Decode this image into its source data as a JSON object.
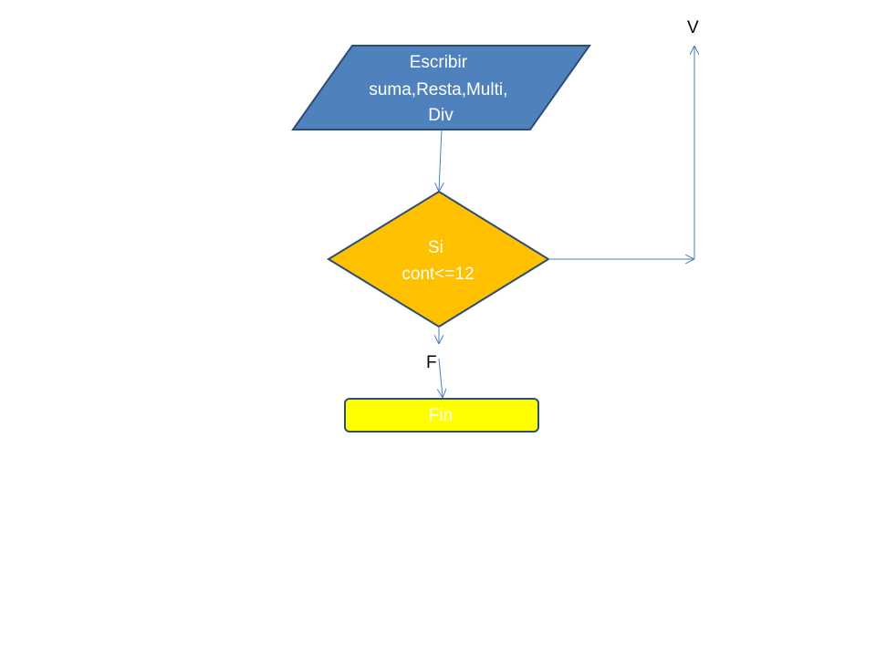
{
  "colors": {
    "output_fill": "#4f81bd",
    "output_stroke": "#2c4d75",
    "decision_fill": "#ffc000",
    "decision_stroke": "#2c4d75",
    "end_fill": "#ffff00",
    "end_stroke": "#2c4d75",
    "connector": "#4a7ebb"
  },
  "output_node": {
    "lines": [
      "Escribir",
      "suma,Resta,Multi,",
      "Div"
    ]
  },
  "decision_node": {
    "lines": [
      "Si",
      "cont<=12"
    ]
  },
  "end_node": {
    "label": "Fin"
  },
  "labels": {
    "true_branch": "V",
    "false_branch": "F"
  }
}
